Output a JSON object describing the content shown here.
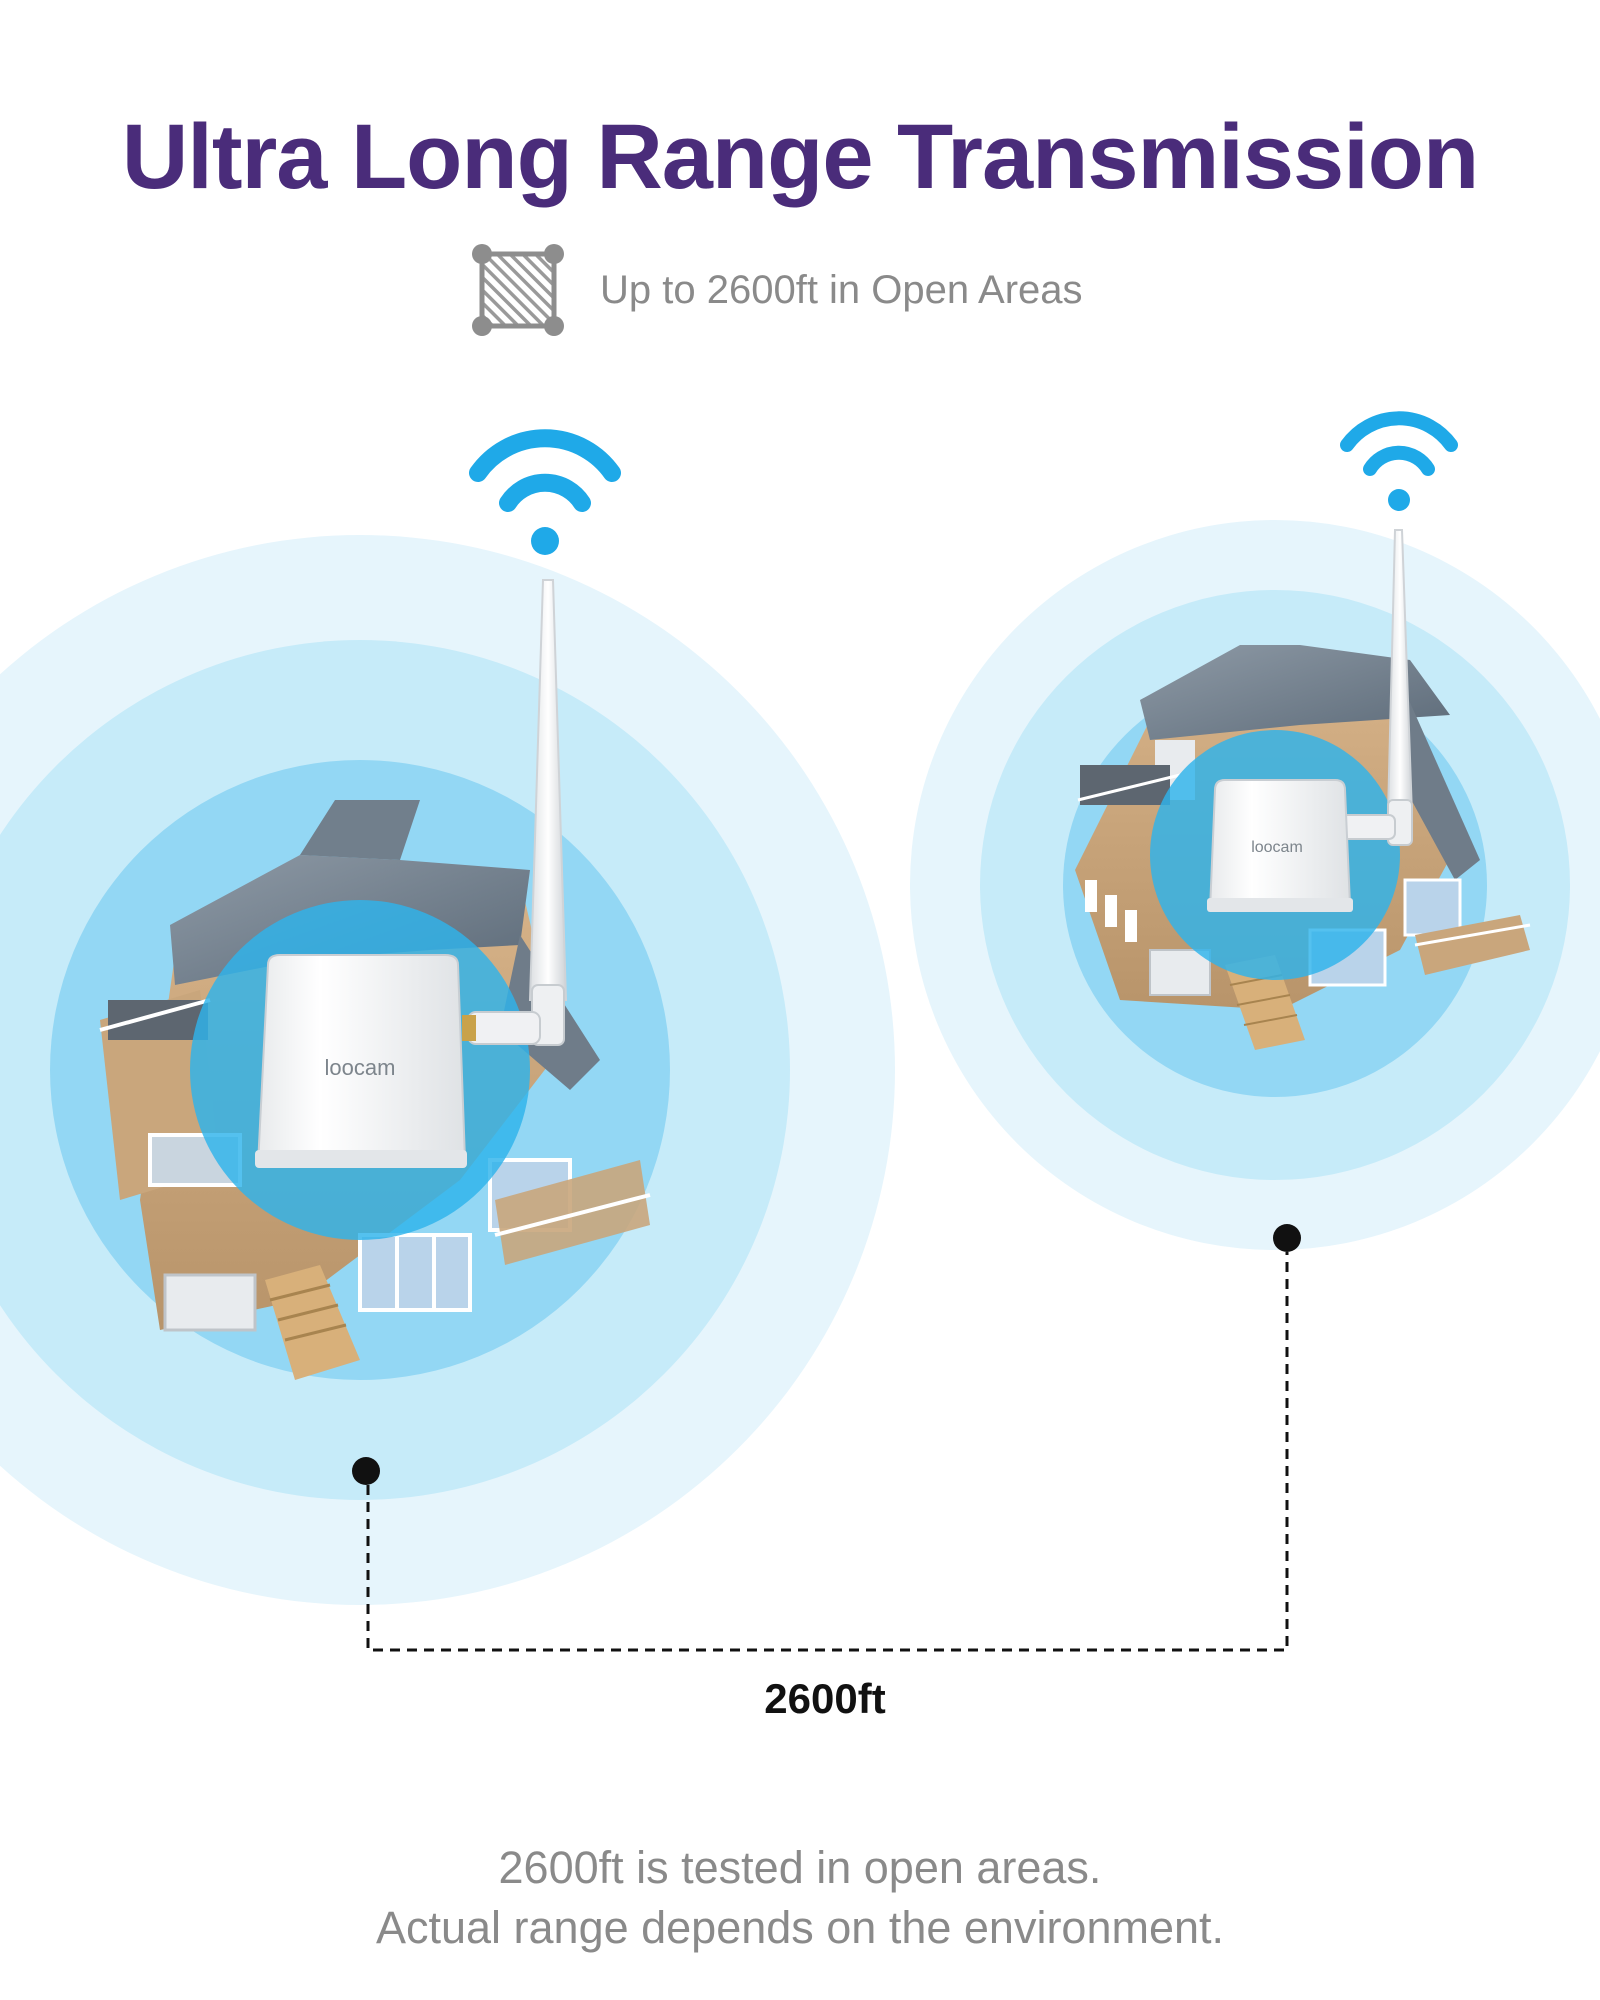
{
  "header": {
    "title": "Ultra Long Range Transmission",
    "subtitle": "Up to 2600ft in Open Areas",
    "subtitle_icon": "area-square-icon"
  },
  "devices": [
    {
      "brand": "loocam",
      "signal_icon": "wifi-signal-icon"
    },
    {
      "brand": "loocam",
      "signal_icon": "wifi-signal-icon"
    }
  ],
  "distance": {
    "label": "2600ft"
  },
  "footnote": {
    "line1": "2600ft is tested in open areas.",
    "line2": "Actual range depends on the environment."
  },
  "colors": {
    "title": "#4a2c7a",
    "subtitle": "#8a8a8a",
    "footnote": "#8a8a8a",
    "wifi": "#1fa9e8",
    "ring_outer": "#e6f5fc",
    "ring_mid": "#c6ebf9",
    "ring_inner": "#93d7f4",
    "ring_core": "#2eb3ec",
    "distance_line": "#111111"
  }
}
